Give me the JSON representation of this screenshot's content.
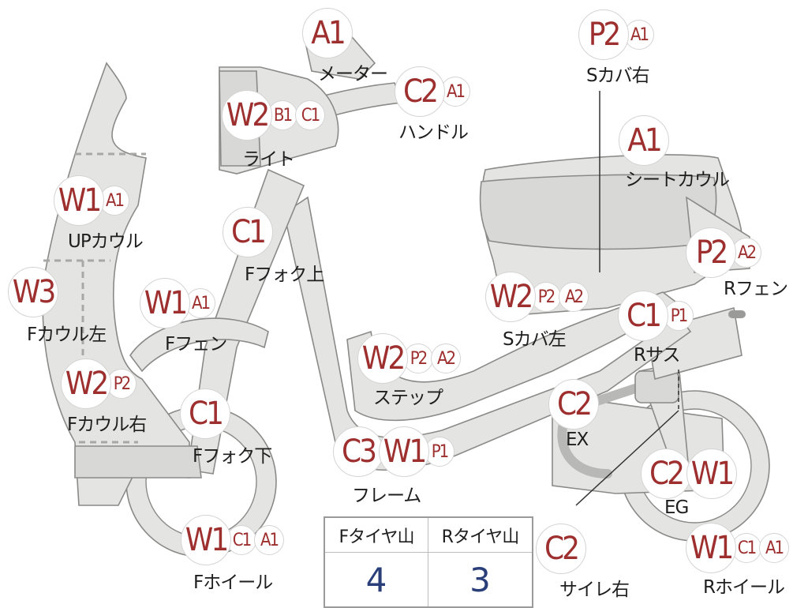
{
  "parts": [
    {
      "id": "meter",
      "codes": [
        "A1"
      ],
      "name": "メーター"
    },
    {
      "id": "handle",
      "codes": [
        "C2",
        "A1"
      ],
      "name": "ハンドル"
    },
    {
      "id": "light",
      "codes": [
        "W2",
        "B1",
        "C1"
      ],
      "name": "ライト"
    },
    {
      "id": "up-cowl",
      "codes": [
        "W1",
        "A1"
      ],
      "name": "UPカウル"
    },
    {
      "id": "f-fork-upper",
      "codes": [
        "C1"
      ],
      "name": "Fフォク上"
    },
    {
      "id": "f-cowl-left",
      "codes": [
        "W3"
      ],
      "name": "Fカウル左"
    },
    {
      "id": "f-fender",
      "codes": [
        "W1",
        "A1"
      ],
      "name": "Fフェン"
    },
    {
      "id": "f-cowl-right",
      "codes": [
        "W2",
        "P2"
      ],
      "name": "Fカウル右"
    },
    {
      "id": "f-fork-lower",
      "codes": [
        "C1"
      ],
      "name": "Fフォク下"
    },
    {
      "id": "f-wheel",
      "codes": [
        "W1",
        "C1",
        "A1"
      ],
      "name": "Fホイール"
    },
    {
      "id": "step",
      "codes": [
        "W2",
        "P2",
        "A2"
      ],
      "name": "ステップ"
    },
    {
      "id": "frame",
      "codes": [
        "C3",
        "W1",
        "P1"
      ],
      "name": "フレーム"
    },
    {
      "id": "s-cover-right",
      "codes": [
        "P2",
        "A1"
      ],
      "name": "Sカバ右"
    },
    {
      "id": "seat-cowl",
      "codes": [
        "A1"
      ],
      "name": "シートカウル"
    },
    {
      "id": "r-fender",
      "codes": [
        "P2",
        "A2"
      ],
      "name": "Rフェン"
    },
    {
      "id": "s-cover-left",
      "codes": [
        "W2",
        "P2",
        "A2"
      ],
      "name": "Sカバ左"
    },
    {
      "id": "r-suspension",
      "codes": [
        "C1",
        "P1"
      ],
      "name": "Rサス"
    },
    {
      "id": "exhaust",
      "codes": [
        "C2"
      ],
      "name": "EX"
    },
    {
      "id": "engine",
      "codes": [
        "C2",
        "W1"
      ],
      "name": "EG"
    },
    {
      "id": "muffler-right",
      "codes": [
        "C2"
      ],
      "name": "サイレ右"
    },
    {
      "id": "r-wheel",
      "codes": [
        "W1",
        "C1",
        "A1"
      ],
      "name": "Rホイール"
    }
  ],
  "tire_table": {
    "front_header": "Fタイヤ山",
    "rear_header": "Rタイヤ山",
    "front_value": "4",
    "rear_value": "3"
  },
  "colors": {
    "code": "#9e2f2f",
    "tire_value": "#2a3f7a",
    "part_fill": "#e4e4e2"
  }
}
